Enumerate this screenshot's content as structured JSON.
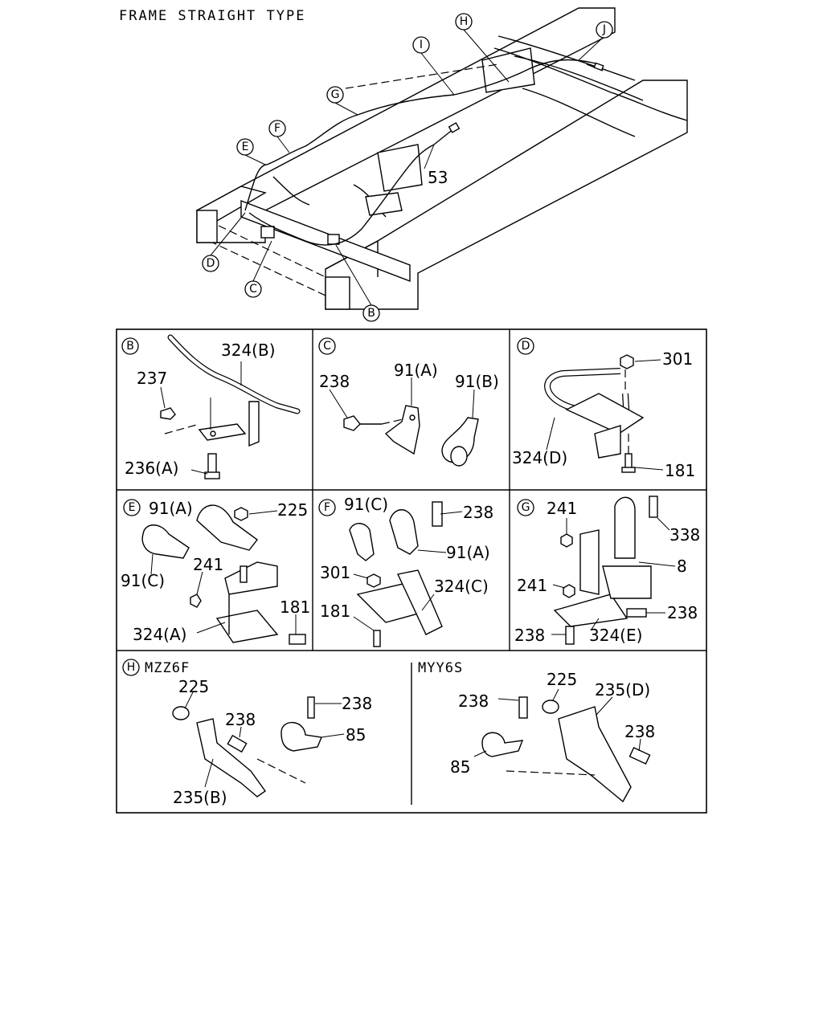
{
  "title": "FRAME STRAIGHT TYPE",
  "overview_callouts": {
    "B": "B",
    "C": "C",
    "D": "D",
    "E": "E",
    "F": "F",
    "G": "G",
    "H": "H",
    "I": "I",
    "J": "J",
    "n53": "53"
  },
  "panels": {
    "B": {
      "letter": "B",
      "labels": {
        "l324": "324(B)",
        "l237": "237",
        "l236": "236(A)"
      }
    },
    "C": {
      "letter": "C",
      "labels": {
        "l238": "238",
        "l91a": "91(A)",
        "l91b": "91(B)"
      }
    },
    "D": {
      "letter": "D",
      "labels": {
        "l301": "301",
        "l324": "324(D)",
        "l181": "181"
      }
    },
    "E": {
      "letter": "E",
      "labels": {
        "l91a": "91(A)",
        "l225": "225",
        "l241": "241",
        "l91c": "91(C)",
        "l181": "181",
        "l324": "324(A)"
      }
    },
    "F": {
      "letter": "F",
      "labels": {
        "l91c": "91(C)",
        "l238": "238",
        "l91a": "91(A)",
        "l301": "301",
        "l324": "324(C)",
        "l181": "181"
      }
    },
    "G": {
      "letter": "G",
      "labels": {
        "l241a": "241",
        "l338": "338",
        "l8": "8",
        "l241b": "241",
        "l238a": "238",
        "l238b": "238",
        "l324": "324(E)"
      }
    },
    "H": {
      "letter": "H",
      "model_left": "MZZ6F",
      "model_right": "MYY6S",
      "left": {
        "l225": "225",
        "l238a": "238",
        "l238b": "238",
        "l85": "85",
        "l235": "235(B)"
      },
      "right": {
        "l238a": "238",
        "l225": "225",
        "l235": "235(D)",
        "l238b": "238",
        "l85": "85"
      }
    }
  }
}
